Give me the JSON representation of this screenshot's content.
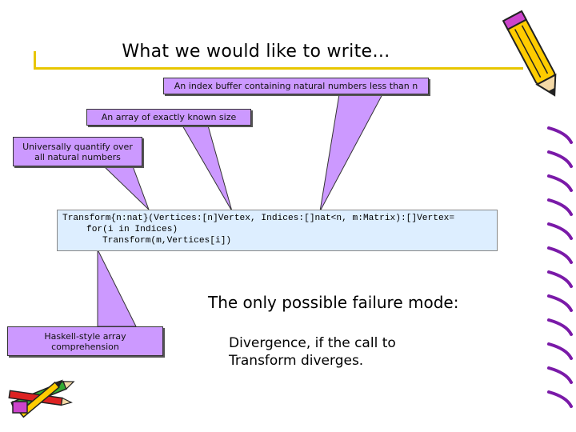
{
  "slide": {
    "title": "What we would like to write…",
    "callouts": {
      "index_buffer": "An index buffer containing natural numbers less than n",
      "array_size": "An array of exactly known size",
      "universal": "Universally quantify over all natural numbers",
      "haskell": "Haskell-style array comprehension"
    },
    "code": {
      "line1": "Transform{n:nat}(Vertices:[n]Vertex, Indices:[]nat<n, m:Matrix):[]Vertex=",
      "line2": "for(i in Indices)",
      "line3": "Transform(m,Vertices[i])"
    },
    "failure_heading": "The only possible failure mode:",
    "divergence_text": "Divergence, if the call to\nTransform diverges."
  },
  "colors": {
    "callout_fill": "#cc99ff",
    "code_background": "#ddeeff",
    "rule_accent": "#e8c600"
  },
  "icons": [
    "pencil-icon",
    "pencil-pen-cluster-icon",
    "spiral-binding-icon"
  ]
}
